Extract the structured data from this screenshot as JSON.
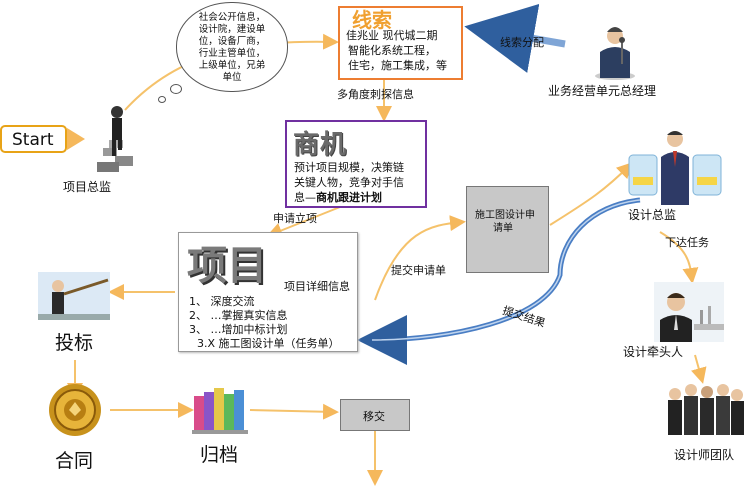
{
  "start": "Start",
  "project_director": "项目总监",
  "thought": [
    "社会公开信息，",
    "设计院，建设单",
    "位，设备厂商，",
    "行业主管单位，",
    "上级单位，兄弟",
    "单位"
  ],
  "clue": {
    "title": "线索",
    "lines": [
      "佳兆业 现代城二期",
      "智能化系统工程，",
      "住宅，施工集成，等"
    ]
  },
  "clue_distribution": "线索分配",
  "biz_manager": "业务经营单元总经理",
  "multi_angle": "多角度刺探信息",
  "opportunity": {
    "title": "商机",
    "lines": [
      "预计项目规模，决策链",
      "关键人物，竞争对手信"
    ],
    "last_prefix": "息—",
    "last_bold": "商机跟进计划"
  },
  "apply_project": "申请立项",
  "project": {
    "title": "项目",
    "detail": "项目详细信息",
    "items": [
      "1、 深度交流",
      "2、 …掌握真实信息",
      "3、 …增加中标计划",
      "3.X 施工图设计单（任务单）"
    ]
  },
  "design_request": [
    "施工图设计申",
    "请单"
  ],
  "submit_request": "提交申请单",
  "submit_result": "提交结果",
  "design_director": "设计总监",
  "issue_task": "下达任务",
  "design_leader": "设计牵头人",
  "designer_team": "设计师团队",
  "bid": "投标",
  "contract": "合同",
  "archive": "归档",
  "handover": "移交",
  "colors": {
    "clue_border": "#ED7D31",
    "clue_title": "#F0A030",
    "opp_border": "#7030A0",
    "arrow": "#F5C26B",
    "blue_arrow": "#3B6FB6"
  }
}
